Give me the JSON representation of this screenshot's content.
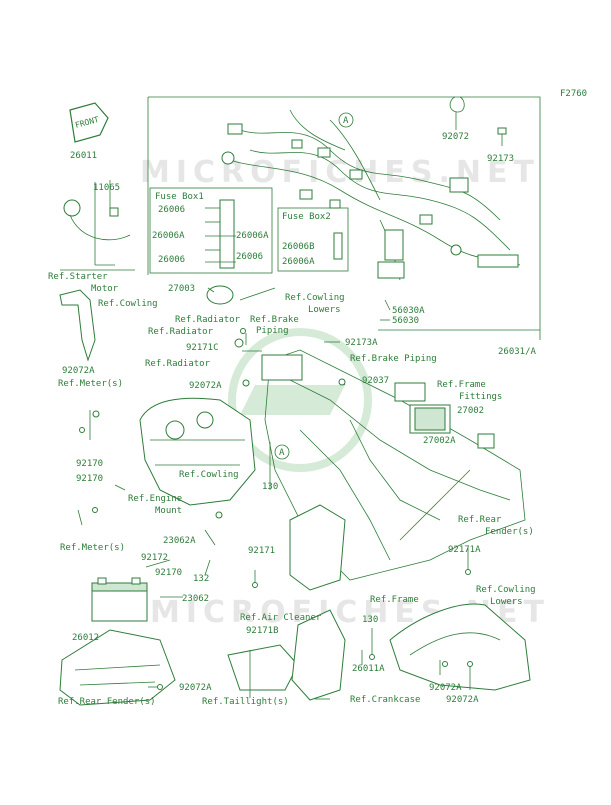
{
  "figure_code": "F2760",
  "front_label": "FRONT",
  "watermark": "MICROFICHES.NET",
  "fuse_box_1": {
    "title": "Fuse Box1",
    "labels": [
      "26006",
      "26006A",
      "26006A",
      "26006",
      "26006"
    ]
  },
  "fuse_box_2": {
    "title": "Fuse Box2",
    "labels": [
      "26006B",
      "26006A"
    ]
  },
  "labels": {
    "l_f2760": "F2760",
    "l_92072_top": "92072",
    "l_92173": "92173",
    "l_a_circle": "A",
    "l_26011": "26011",
    "l_11065": "11065",
    "l_ref_starter": "Ref.Starter",
    "l_motor": "Motor",
    "l_ref_cowling1": "Ref.Cowling",
    "l_92072a_left": "92072A",
    "l_27003": "27003",
    "l_ref_cowling_lowers": "Ref.Cowling",
    "l_lowers1": "Lowers",
    "l_ref_radiator1": "Ref.Radiator",
    "l_ref_radiator2": "Ref.Radiator",
    "l_ref_brake": "Ref.Brake",
    "l_piping1": "Piping",
    "l_92171c": "92171C",
    "l_ref_radiator3": "Ref.Radiator",
    "l_92173a": "92173A",
    "l_ref_brake_piping": "Ref.Brake Piping",
    "l_56030a": "56030A",
    "l_56030": "56030",
    "l_26031a": "26031/A",
    "l_92072a_mid": "92072A",
    "l_92037": "92037",
    "l_ref_frame": "Ref.Frame",
    "l_fittings": "Fittings",
    "l_27002": "27002",
    "l_27002a": "27002A",
    "l_ref_meter1": "Ref.Meter(s)",
    "l_92170_a": "92170",
    "l_92170_b": "92170",
    "l_ref_cowling2": "Ref.Cowling",
    "l_a_circle2": "A",
    "l_130_a": "130",
    "l_ref_engine": "Ref.Engine",
    "l_mount": "Mount",
    "l_ref_meter2": "Ref.Meter(s)",
    "l_23062a": "23062A",
    "l_92172": "92172",
    "l_92170_c": "92170",
    "l_132": "132",
    "l_92171": "92171",
    "l_23062": "23062",
    "l_26012": "26012",
    "l_ref_rear_fender1": "Ref.Rear",
    "l_fender1": "Fender(s)",
    "l_92171a": "92171A",
    "l_ref_cowling_lowers2": "Ref.Cowling",
    "l_lowers2": "Lowers",
    "l_ref_frame2": "Ref.Frame",
    "l_ref_air_cleaner": "Ref.Air Cleaner",
    "l_92171b": "92171B",
    "l_130_b": "130",
    "l_26011a": "26011A",
    "l_92072a_b1": "92072A",
    "l_92072a_b2": "92072A",
    "l_92072a_b3": "92072A",
    "l_ref_rear_fender2": "Ref.Rear Fender(s)",
    "l_ref_taillight": "Ref.Taillight(s)",
    "l_ref_crankcase": "Ref.Crankcase"
  },
  "colors": {
    "line": "#2e7d3a",
    "watermark": "#e6e6e6",
    "logo": "#d6ead8"
  }
}
